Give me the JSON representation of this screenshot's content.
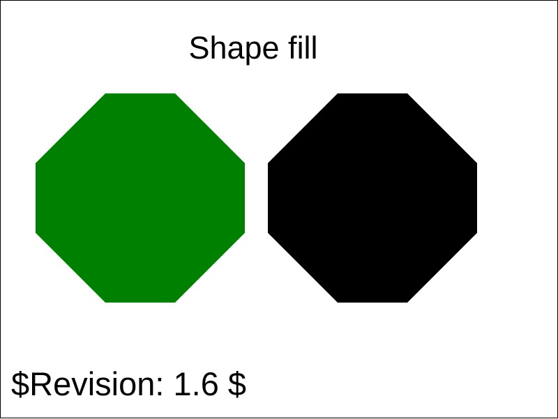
{
  "title": "Shape fill",
  "revision": "$Revision: 1.6 $",
  "shapes": [
    {
      "name": "green-filled-octagon",
      "fill": "#008000"
    },
    {
      "name": "black-filled-octagon",
      "fill": "#000000"
    }
  ]
}
